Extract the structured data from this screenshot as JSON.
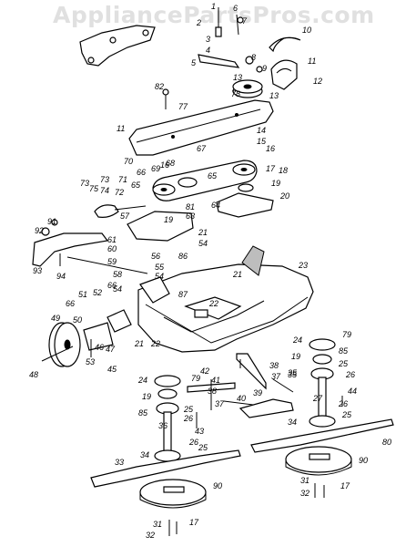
{
  "watermark": "AppliancePartsPros.com",
  "callouts": [
    {
      "id": "c1",
      "text": "1"
    },
    {
      "id": "c2",
      "text": "2"
    },
    {
      "id": "c3",
      "text": "3"
    },
    {
      "id": "c4",
      "text": "4"
    },
    {
      "id": "c5",
      "text": "5"
    },
    {
      "id": "c6",
      "text": "6"
    },
    {
      "id": "c7",
      "text": "7"
    },
    {
      "id": "c8",
      "text": "8"
    },
    {
      "id": "c9",
      "text": "9"
    },
    {
      "id": "c10",
      "text": "10"
    },
    {
      "id": "c11",
      "text": "11"
    },
    {
      "id": "c12",
      "text": "12"
    },
    {
      "id": "c13a",
      "text": "13"
    },
    {
      "id": "c13b",
      "text": "13"
    },
    {
      "id": "c78",
      "text": "78"
    },
    {
      "id": "c82",
      "text": "82"
    },
    {
      "id": "c77",
      "text": "77"
    },
    {
      "id": "c11b",
      "text": "11"
    },
    {
      "id": "c14",
      "text": "14"
    },
    {
      "id": "c15",
      "text": "15"
    },
    {
      "id": "c16a",
      "text": "16"
    },
    {
      "id": "c16b",
      "text": "16"
    },
    {
      "id": "c67",
      "text": "67"
    },
    {
      "id": "c70",
      "text": "70"
    },
    {
      "id": "c66a",
      "text": "66"
    },
    {
      "id": "c69",
      "text": "69"
    },
    {
      "id": "c68",
      "text": "68"
    },
    {
      "id": "c65a",
      "text": "65"
    },
    {
      "id": "c65b",
      "text": "65"
    },
    {
      "id": "c17a",
      "text": "17"
    },
    {
      "id": "c18",
      "text": "18"
    },
    {
      "id": "c19a",
      "text": "19"
    },
    {
      "id": "c20",
      "text": "20"
    },
    {
      "id": "c64",
      "text": "64"
    },
    {
      "id": "c73a",
      "text": "73"
    },
    {
      "id": "c73b",
      "text": "73"
    },
    {
      "id": "c75",
      "text": "75"
    },
    {
      "id": "c74",
      "text": "74"
    },
    {
      "id": "c71",
      "text": "71"
    },
    {
      "id": "c72",
      "text": "72"
    },
    {
      "id": "c81",
      "text": "81"
    },
    {
      "id": "c63",
      "text": "63"
    },
    {
      "id": "c57",
      "text": "57"
    },
    {
      "id": "c19b",
      "text": "19"
    },
    {
      "id": "c21a",
      "text": "21"
    },
    {
      "id": "c54a",
      "text": "54"
    },
    {
      "id": "c91",
      "text": "91"
    },
    {
      "id": "c92",
      "text": "92"
    },
    {
      "id": "c61",
      "text": "61"
    },
    {
      "id": "c60",
      "text": "60"
    },
    {
      "id": "c56",
      "text": "56"
    },
    {
      "id": "c86",
      "text": "86"
    },
    {
      "id": "c59",
      "text": "59"
    },
    {
      "id": "c55",
      "text": "55"
    },
    {
      "id": "c58",
      "text": "58"
    },
    {
      "id": "c54b",
      "text": "54"
    },
    {
      "id": "c66b",
      "text": "66"
    },
    {
      "id": "c93",
      "text": "93"
    },
    {
      "id": "c94",
      "text": "94"
    },
    {
      "id": "c23",
      "text": "23"
    },
    {
      "id": "c21b",
      "text": "21"
    },
    {
      "id": "c87",
      "text": "87"
    },
    {
      "id": "c22a",
      "text": "22"
    },
    {
      "id": "c54c",
      "text": "54"
    },
    {
      "id": "c66c",
      "text": "66"
    },
    {
      "id": "c51",
      "text": "51"
    },
    {
      "id": "c52",
      "text": "52"
    },
    {
      "id": "c49",
      "text": "49"
    },
    {
      "id": "c50",
      "text": "50"
    },
    {
      "id": "c46",
      "text": "46"
    },
    {
      "id": "c53",
      "text": "53"
    },
    {
      "id": "c47",
      "text": "47"
    },
    {
      "id": "c45",
      "text": "45"
    },
    {
      "id": "c48",
      "text": "48"
    },
    {
      "id": "c21c",
      "text": "21"
    },
    {
      "id": "c22b",
      "text": "22"
    },
    {
      "id": "c24a",
      "text": "24"
    },
    {
      "id": "c79a",
      "text": "79"
    },
    {
      "id": "c19c",
      "text": "19"
    },
    {
      "id": "c85a",
      "text": "85"
    },
    {
      "id": "c25a",
      "text": "25"
    },
    {
      "id": "c26a",
      "text": "26"
    },
    {
      "id": "c43",
      "text": "43"
    },
    {
      "id": "c41",
      "text": "41"
    },
    {
      "id": "c38a",
      "text": "38"
    },
    {
      "id": "c38b",
      "text": "38"
    },
    {
      "id": "c40",
      "text": "40"
    },
    {
      "id": "c39",
      "text": "39"
    },
    {
      "id": "c37a",
      "text": "37"
    },
    {
      "id": "c37b",
      "text": "37"
    },
    {
      "id": "c35a",
      "text": "35"
    },
    {
      "id": "c42",
      "text": "42"
    },
    {
      "id": "c79b",
      "text": "79"
    },
    {
      "id": "c24b",
      "text": "24"
    },
    {
      "id": "c19d",
      "text": "19"
    },
    {
      "id": "c85b",
      "text": "85"
    },
    {
      "id": "c25b",
      "text": "25"
    },
    {
      "id": "c26b",
      "text": "26"
    },
    {
      "id": "c35b",
      "text": "35"
    },
    {
      "id": "c27",
      "text": "27"
    },
    {
      "id": "c44",
      "text": "44"
    },
    {
      "id": "c26c",
      "text": "26"
    },
    {
      "id": "c25c",
      "text": "25"
    },
    {
      "id": "c34a",
      "text": "34"
    },
    {
      "id": "c80",
      "text": "80"
    },
    {
      "id": "c90a",
      "text": "90"
    },
    {
      "id": "c31a",
      "text": "31"
    },
    {
      "id": "c32a",
      "text": "32"
    },
    {
      "id": "c17b",
      "text": "17"
    },
    {
      "id": "c36",
      "text": "36"
    },
    {
      "id": "c26d",
      "text": "26"
    },
    {
      "id": "c25d",
      "text": "25"
    },
    {
      "id": "c34b",
      "text": "34"
    },
    {
      "id": "c33",
      "text": "33"
    },
    {
      "id": "c90b",
      "text": "90"
    },
    {
      "id": "c31b",
      "text": "31"
    },
    {
      "id": "c32b",
      "text": "32"
    },
    {
      "id": "c17c",
      "text": "17"
    }
  ]
}
